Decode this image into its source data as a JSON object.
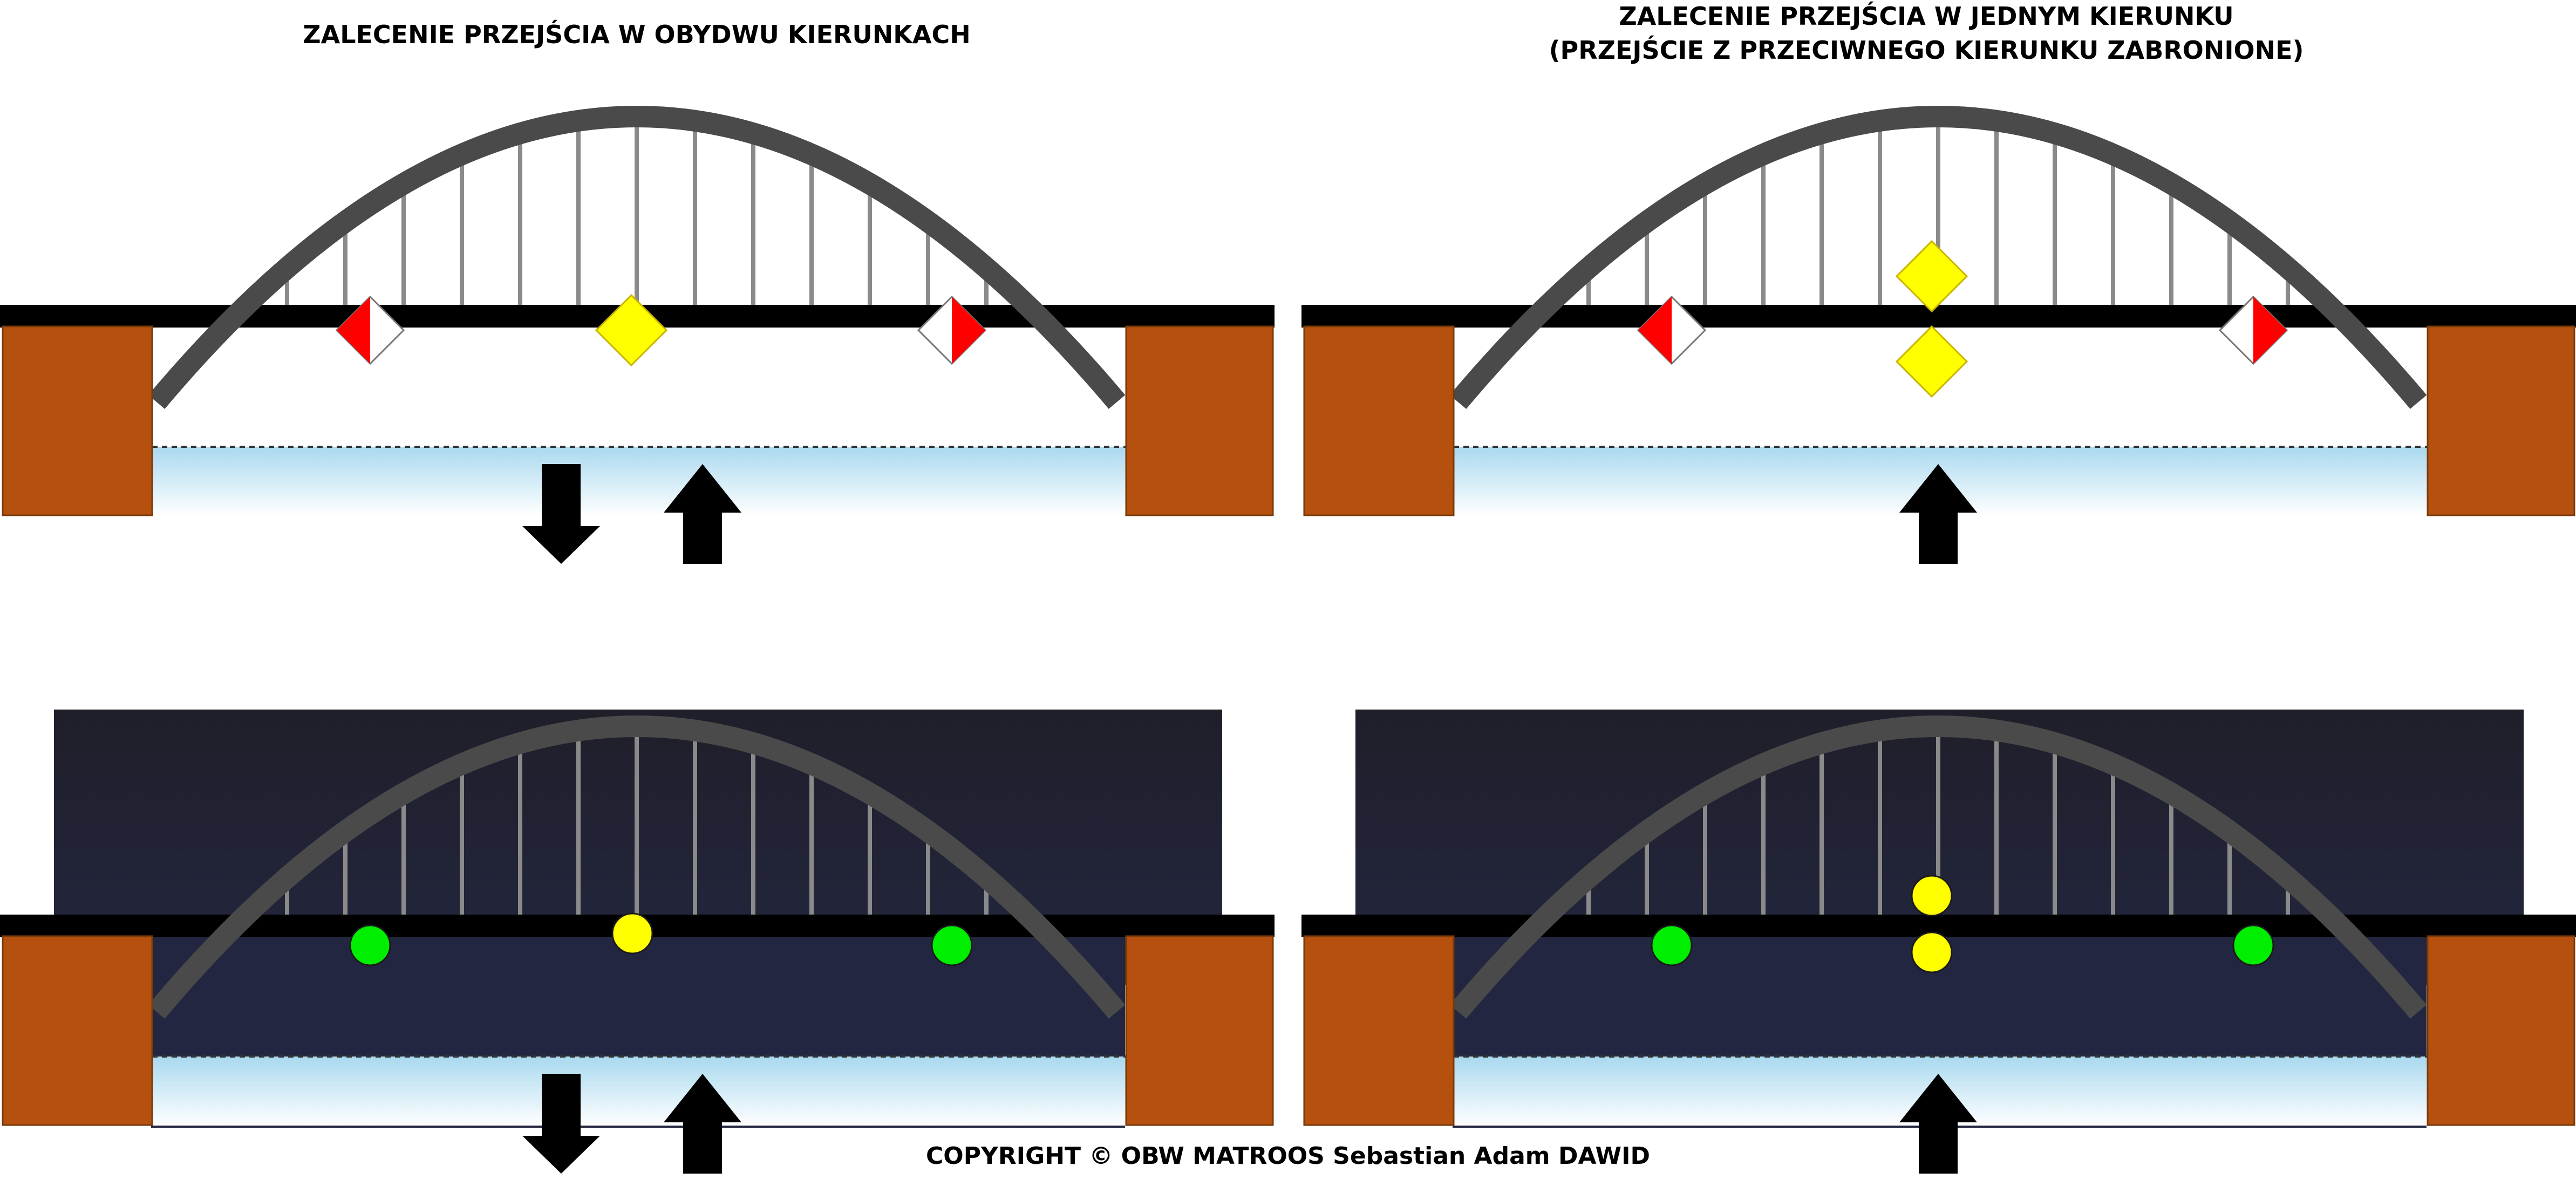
{
  "titles": {
    "left": "ZALECENIE PRZEJŚCIA W OBYDWU KIERUNKACH",
    "right_line1": "ZALECENIE PRZEJŚCIA W JEDNYM KIERUNKU",
    "right_line2": "(PRZEJŚCIE Z PRZECIWNEGO KIERUNKU ZABRONIONE)"
  },
  "copyright": "COPYRIGHT © OBW MATROOS Sebastian Adam DAWID",
  "colors": {
    "arch": "#4a4a4a",
    "deck": "#000000",
    "pier": "#b5500e",
    "night_sky": "#232640",
    "night_sky_top": "#1f1f2a",
    "water": "#a9d9ef",
    "hanger": "#8a8a8a",
    "sign_red": "#ff0000",
    "sign_yellow": "#ffff00",
    "light_green": "#00ee00",
    "light_yellow": "#ffff00",
    "arrow": "#000000"
  },
  "panels": [
    {
      "id": "day-both-directions",
      "night": false,
      "marks": [
        "red-white-left",
        "yellow-diamond",
        "red-white-right"
      ],
      "arrows": [
        "down",
        "up"
      ]
    },
    {
      "id": "day-one-direction",
      "night": false,
      "marks": [
        "red-white-left",
        "yellow-diamond-double",
        "red-white-right"
      ],
      "arrows": [
        "up"
      ]
    },
    {
      "id": "night-both-directions",
      "night": true,
      "marks": [
        "green-light",
        "yellow-light",
        "green-light"
      ],
      "arrows": [
        "down",
        "up"
      ]
    },
    {
      "id": "night-one-direction",
      "night": true,
      "marks": [
        "green-light",
        "yellow-light-double",
        "green-light"
      ],
      "arrows": [
        "up"
      ]
    }
  ]
}
